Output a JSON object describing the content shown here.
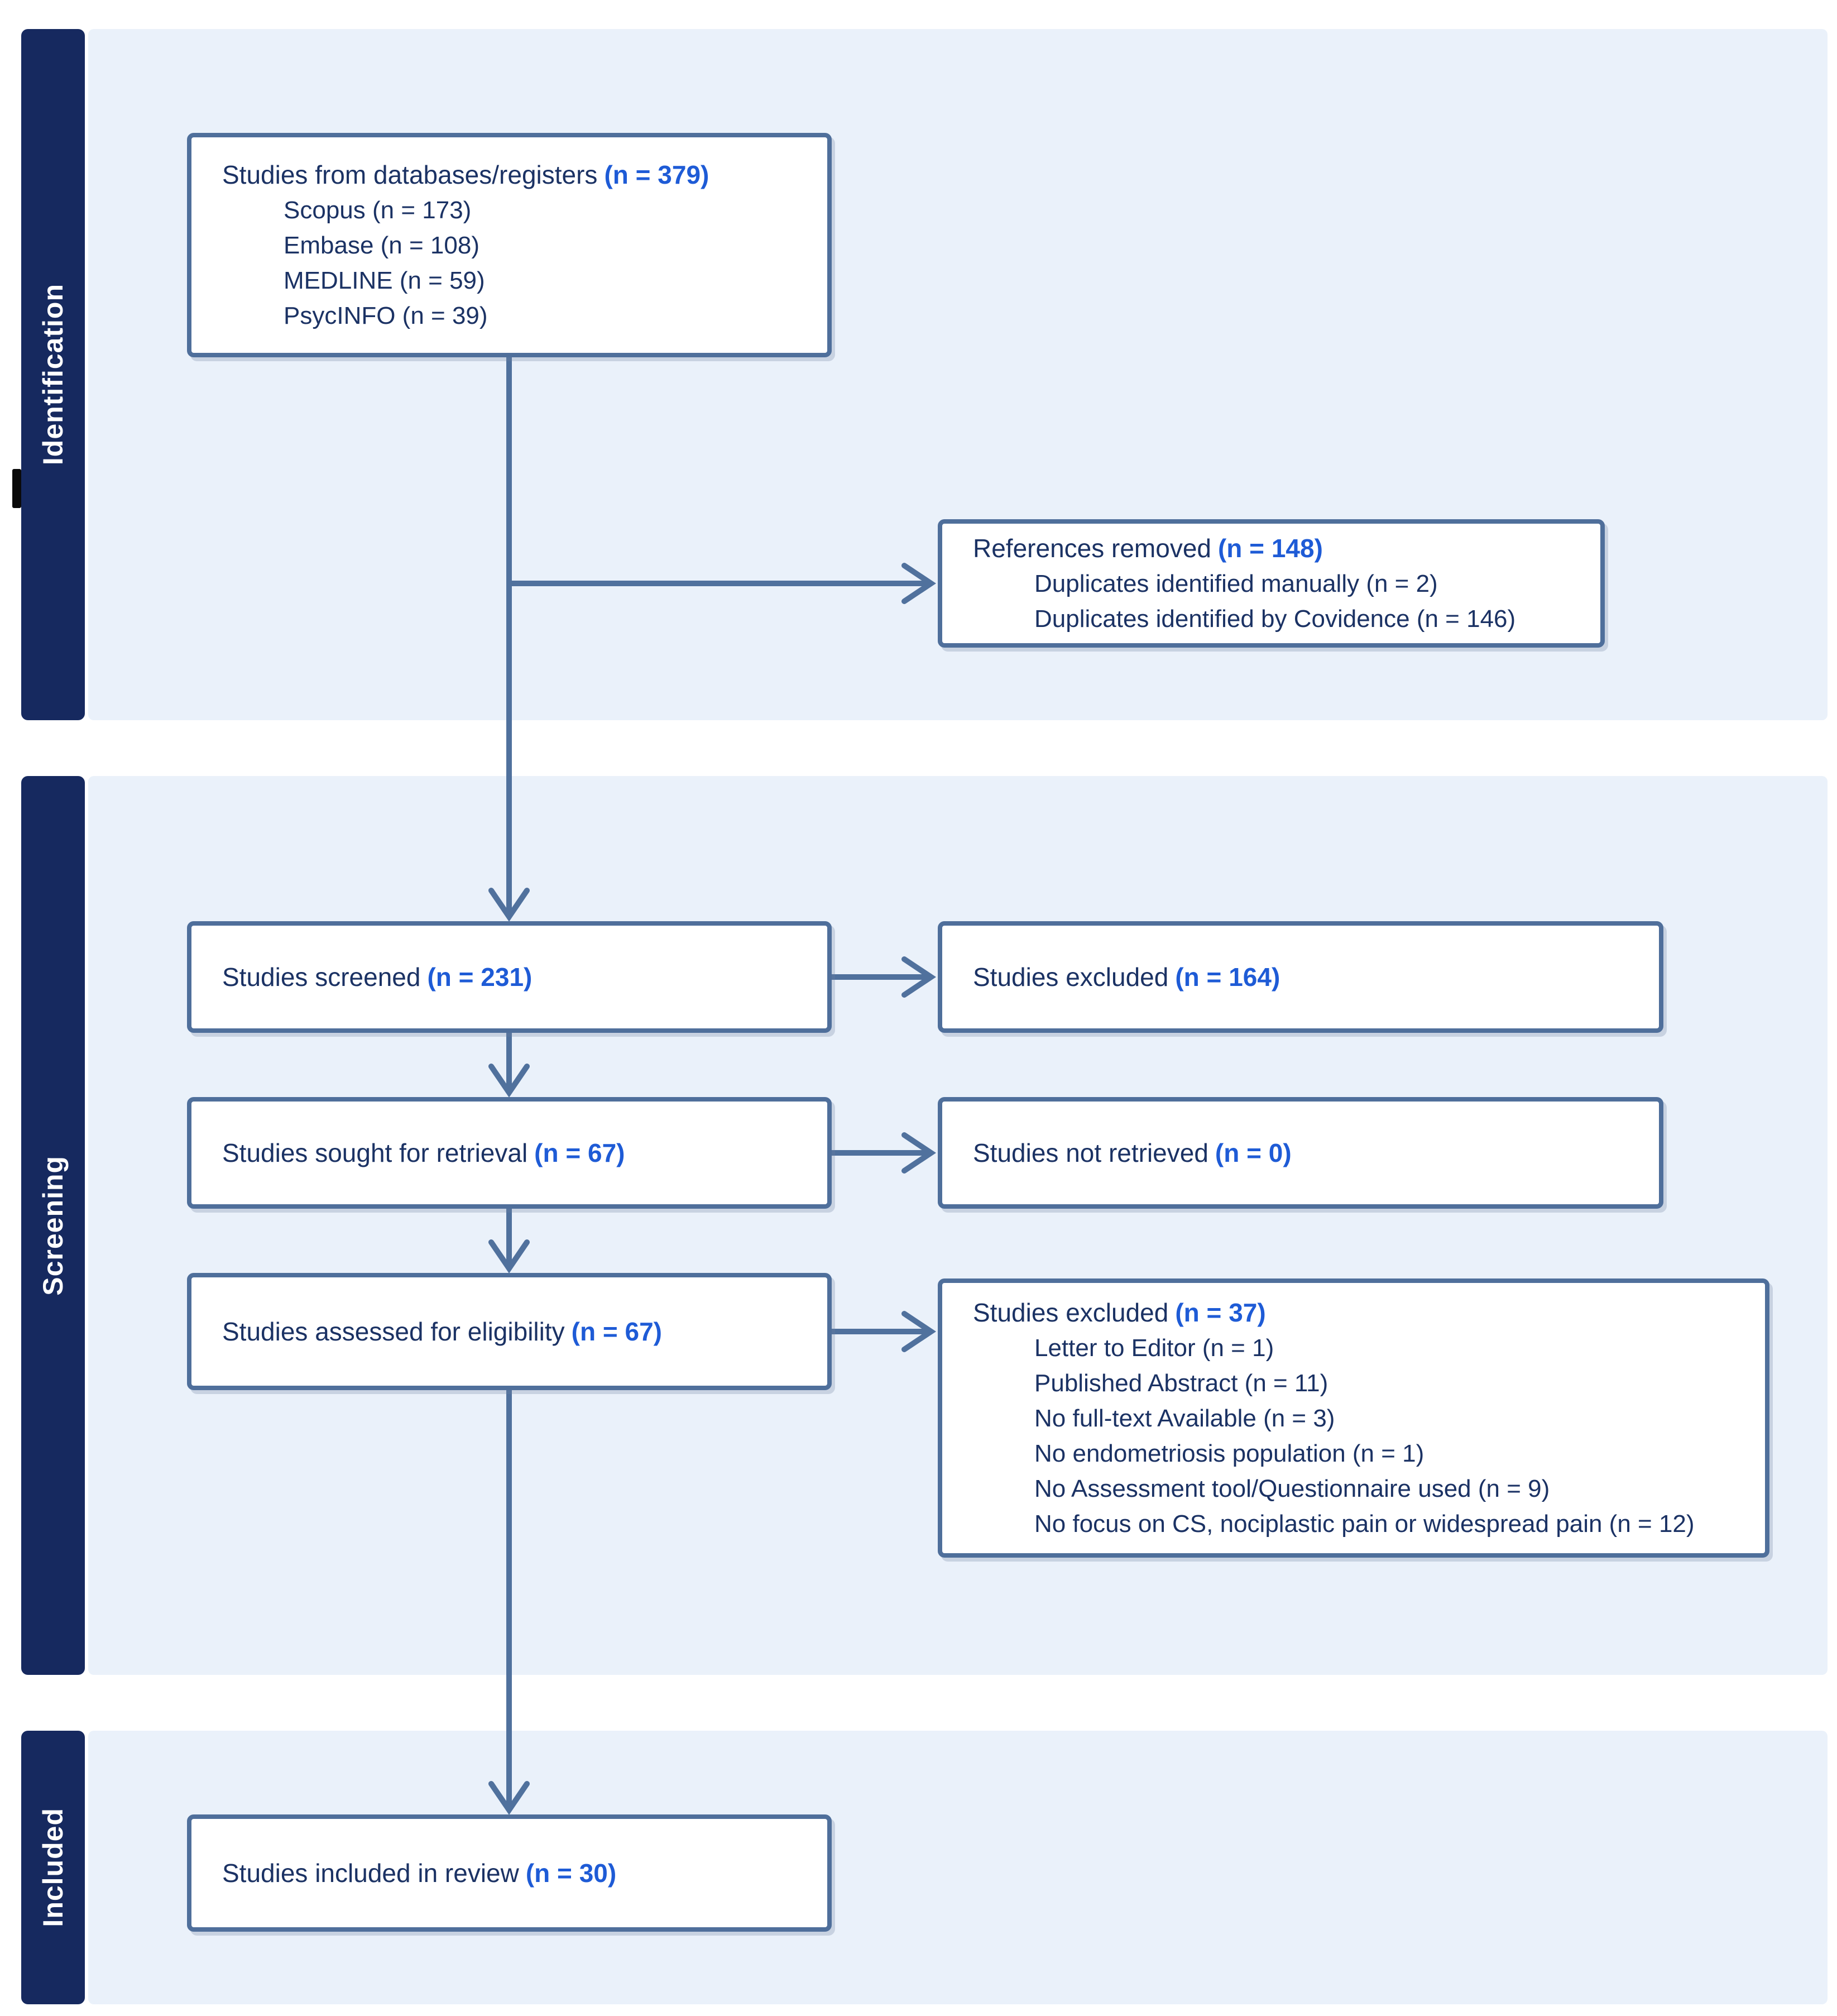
{
  "sidebar": {
    "identification": "Identification",
    "screening": "Screening",
    "included": "Included"
  },
  "boxes": {
    "b1": {
      "title": "Studies from databases/registers",
      "n": "(n = 379)",
      "items": [
        "Scopus (n = 173)",
        "Embase (n = 108)",
        "MEDLINE (n = 59)",
        "PsycINFO (n = 39)"
      ]
    },
    "b2": {
      "title": "References removed",
      "n": "(n = 148)",
      "items": [
        "Duplicates identified manually (n = 2)",
        "Duplicates identified by Covidence (n = 146)"
      ]
    },
    "b3": {
      "title": "Studies screened",
      "n": "(n = 231)"
    },
    "b4": {
      "title": "Studies excluded",
      "n": "(n = 164)"
    },
    "b5": {
      "title": "Studies sought for retrieval",
      "n": "(n = 67)"
    },
    "b6": {
      "title": "Studies not retrieved",
      "n": "(n = 0)"
    },
    "b7": {
      "title": "Studies assessed for eligibility",
      "n": "(n = 67)"
    },
    "b8": {
      "title": "Studies excluded",
      "n": "(n = 37)",
      "items": [
        "Letter to Editor (n = 1)",
        "Published Abstract (n = 11)",
        "No full-text Available (n = 3)",
        "No endometriosis population (n = 1)",
        "No Assessment tool/Questionnaire used (n = 9)",
        "No focus on CS, nociplastic pain or widespread pain (n = 12)"
      ]
    },
    "b9": {
      "title": "Studies included in review",
      "n": "(n = 30)"
    }
  },
  "colors": {
    "sidebar_bg": "#16295f",
    "section_bg": "#eaf1fa",
    "box_border": "#4f6f9b",
    "box_bg": "#ffffff",
    "text": "#1b3264",
    "accent": "#1e5bd6",
    "arrow": "#50719d",
    "stray": "#0a0a0a"
  }
}
